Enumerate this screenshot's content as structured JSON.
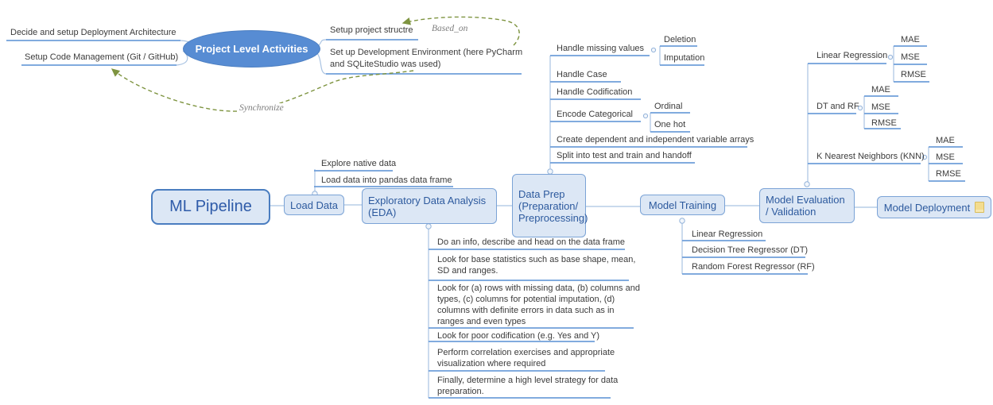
{
  "project_level": {
    "title": "Project Level Activities",
    "children": [
      {
        "label": "Decide and setup Deployment Architecture"
      },
      {
        "label": "Setup Code Management (Git / GitHub)"
      },
      {
        "label": "Setup project structre"
      },
      {
        "label": "Set up Development Environment (here PyCharm\nand SQLiteStudio was used)"
      }
    ],
    "connector_labels": {
      "based_on": "Based_on",
      "synchronize": "Synchronize"
    }
  },
  "pipeline": {
    "root": {
      "label": "ML Pipeline"
    },
    "stages": [
      {
        "label": "Load Data",
        "children": [
          {
            "label": "Explore native data"
          },
          {
            "label": "Load data into pandas data frame"
          }
        ]
      },
      {
        "label": "Exploratory Data Analysis\n(EDA)",
        "children": [
          {
            "label": "Do an info, describe and head on the data frame"
          },
          {
            "label": "Look for base statistics such as base shape, mean,\nSD and ranges."
          },
          {
            "label": "Look for (a) rows with missing data, (b) columns and\ntypes,  (c) columns for potential imputation, (d)\ncolumns with definite errors in data such as in\nranges and even types"
          },
          {
            "label": "Look for poor codification (e.g. Yes and Y)"
          },
          {
            "label": "Perform correlation exercises and appropriate\nvisualization where required"
          },
          {
            "label": "Finally, determine a high level strategy for data\npreparation."
          }
        ]
      },
      {
        "label": "Data Prep\n(Preparation/\nPreprocessing)",
        "children": [
          {
            "label": "Handle missing values",
            "children": [
              {
                "label": "Deletion"
              },
              {
                "label": "Imputation"
              }
            ]
          },
          {
            "label": "Handle Case"
          },
          {
            "label": "Handle Codification"
          },
          {
            "label": "Encode Categorical",
            "children": [
              {
                "label": "Ordinal"
              },
              {
                "label": "One hot"
              }
            ]
          },
          {
            "label": "Create dependent and independent variable arrays"
          },
          {
            "label": "Split into test and train and handoff"
          }
        ]
      },
      {
        "label": "Model Training",
        "children": [
          {
            "label": "Linear Regression"
          },
          {
            "label": "Decision Tree Regressor (DT)"
          },
          {
            "label": "Random Forest Regressor (RF)"
          }
        ]
      },
      {
        "label": "Model Evaluation\n/ Validation",
        "children": [
          {
            "label": "Linear Regression",
            "metrics": [
              "MAE",
              "MSE",
              "RMSE"
            ]
          },
          {
            "label": "DT and RF",
            "metrics": [
              "MAE",
              "MSE",
              "RMSE"
            ]
          },
          {
            "label": "K Nearest Neighbors (KNN)",
            "metrics": [
              "MAE",
              "MSE",
              "RMSE"
            ]
          }
        ]
      },
      {
        "label": "Model Deployment"
      }
    ]
  },
  "colors": {
    "node_fill": "#dce7f5",
    "node_border": "#7ba3d6",
    "root_border": "#4a7dc0",
    "node_text": "#2d5a9e",
    "ellipse_fill": "#578cd3",
    "topic_text": "#3b3b3b",
    "underline": "#6f9fd9",
    "connector": "#a9c3e2",
    "arrow_dashed": "#7e9440",
    "label_text": "#7d7d7d",
    "note_icon": "#f3dc8e"
  }
}
